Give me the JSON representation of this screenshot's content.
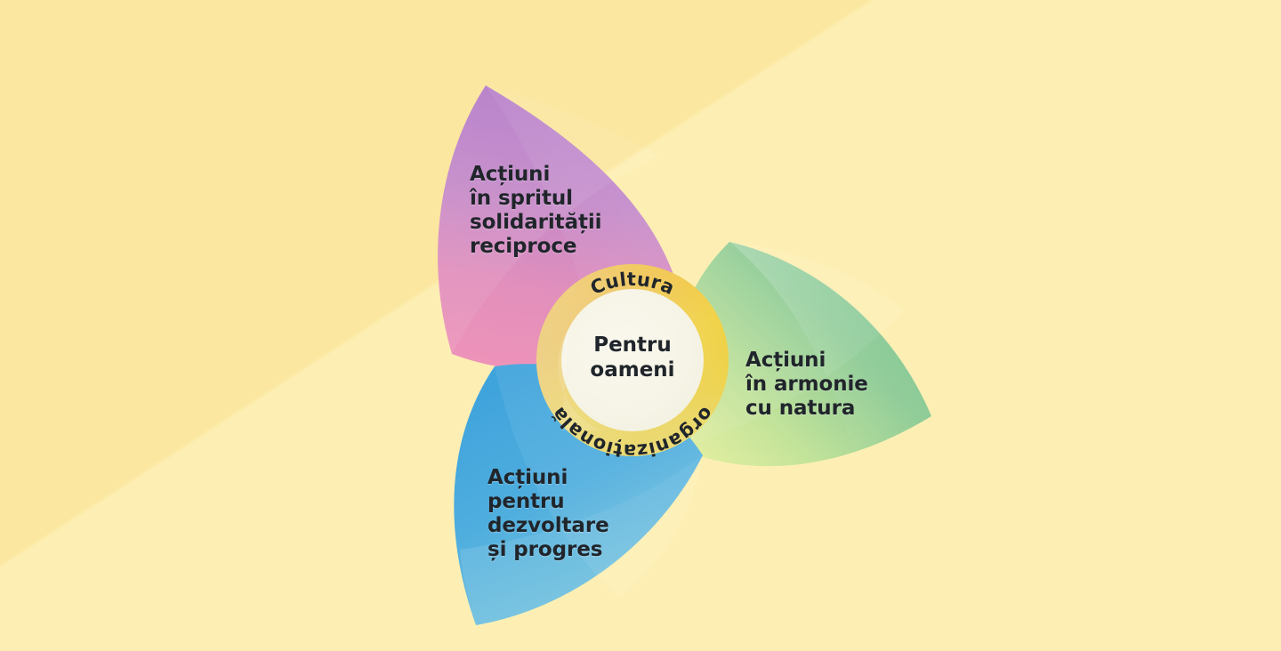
{
  "diagram": {
    "title": "Cultura organizațională - Pentru oameni",
    "background_color": "#FCEBA8",
    "center": {
      "inner_text": "Pentru\noameni",
      "ring_text_top": "Cultura",
      "ring_text_bottom": "organizațională",
      "inner_fill": "#F7F5E8",
      "ring_top_color": "#F6BD6B",
      "ring_right_color": "#F0D342",
      "ring_bottom_left_color": "#E8E5A8"
    },
    "petals": [
      {
        "id": "purple",
        "label": "Acțiuni\nîn spritul\nsolidarității\nreciproce",
        "color_start": "#B07CC6",
        "color_end": "#EE8FB8",
        "direction": "top-left"
      },
      {
        "id": "green",
        "label": "Acțiuni\nîn armonie\ncu natura",
        "color_start": "#7FC894",
        "color_end": "#E4EE9E",
        "direction": "right"
      },
      {
        "id": "blue",
        "label": "Acțiuni\npentru\ndezvoltare\nși progres",
        "color_start": "#3FA3DC",
        "color_end": "#83C9E0",
        "direction": "bottom-left"
      }
    ],
    "text_color": "#20252B"
  }
}
